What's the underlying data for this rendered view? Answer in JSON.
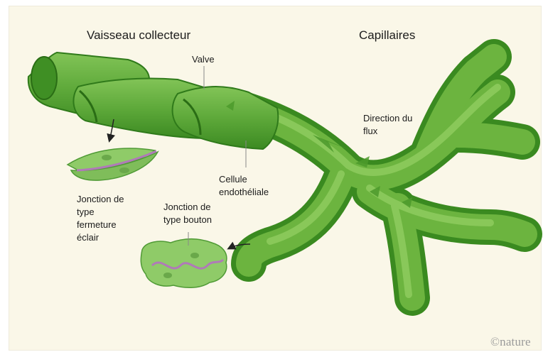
{
  "headings": {
    "collecting_vessel": "Vaisseau collecteur",
    "capillaries": "Capillaires"
  },
  "labels": {
    "valve": "Valve",
    "flow_direction": "Direction du\nflux",
    "endothelial_cell": "Cellule\nendothéliale",
    "zipper_junction": "Jonction de\ntype\nfermeture\néclair",
    "button_junction": "Jonction de\ntype bouton"
  },
  "credit": "©nature",
  "colors": {
    "background": "#faf7e8",
    "vessel_dark": "#3c8a22",
    "vessel_mid": "#6cb43f",
    "vessel_light": "#93cf63",
    "cell_fill": "#8fcb68",
    "junction": "#b07ab8"
  }
}
